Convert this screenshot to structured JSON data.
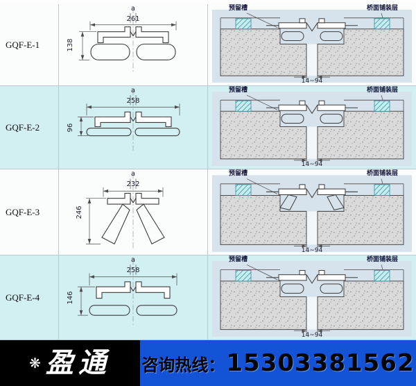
{
  "rows": [
    {
      "model": "GQF-E-1",
      "width": "261",
      "height": "138",
      "gap": "a"
    },
    {
      "model": "GQF-E-2",
      "width": "258",
      "height": "96",
      "gap": "a"
    },
    {
      "model": "GQF-E-3",
      "width": "232",
      "height": "246",
      "gap": "a"
    },
    {
      "model": "GQF-E-4",
      "width": "258",
      "height": "146",
      "gap": "a"
    }
  ],
  "labels": {
    "groove": "预留槽",
    "pavement": "桥面铺装层",
    "range": "14~94"
  },
  "footer": {
    "brand": "盈通",
    "hotline_label": "咨询热线：",
    "hotline_number": "15303381562"
  },
  "icons": {
    "brand_logo": "❋"
  },
  "colors": {
    "footer_blue": "#1553d6",
    "brand_box_black": "#000000",
    "row_alt_cyan": "#d2eff1",
    "hatch_teal": "#2f9aa6",
    "concrete_gray": "#dadada",
    "panel_blue": "#d6e2ec"
  }
}
